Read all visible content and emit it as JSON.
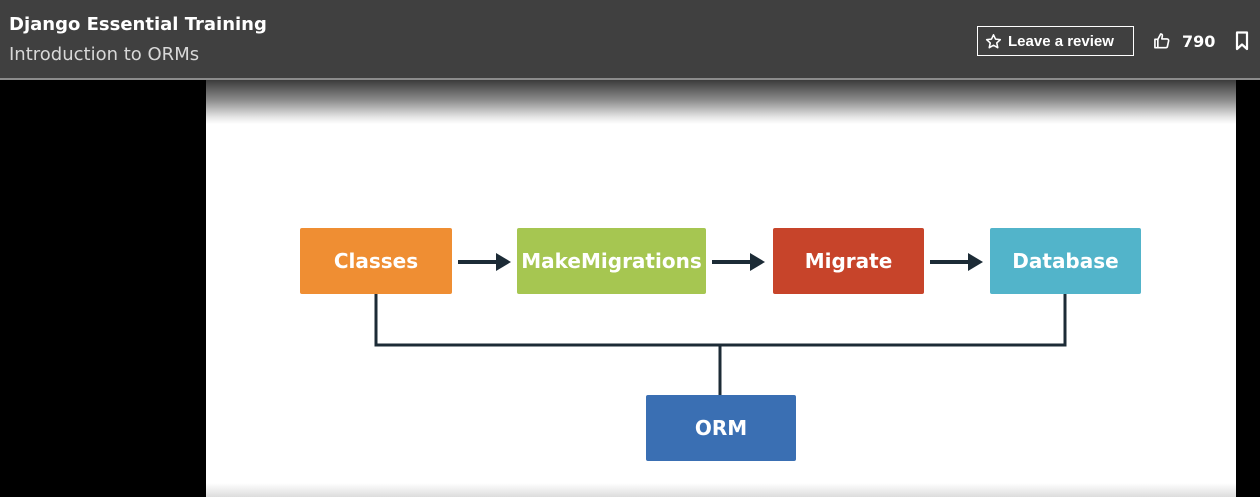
{
  "header": {
    "course_title": "Django Essential Training",
    "lesson_title": "Introduction to ORMs",
    "review_label": "Leave a review",
    "like_count": "790"
  },
  "diagram": {
    "classes": "Classes",
    "makemigrations": "MakeMigrations",
    "migrate": "Migrate",
    "database": "Database",
    "orm": "ORM"
  },
  "colors": {
    "classes": "#ef8e33",
    "makemigrations": "#a6c651",
    "migrate": "#c7442a",
    "database": "#52b4ca",
    "orm": "#3a6fb3",
    "connector": "#1c2b36"
  },
  "icons": [
    "star-icon",
    "thumbs-up-icon",
    "bookmark-icon"
  ]
}
